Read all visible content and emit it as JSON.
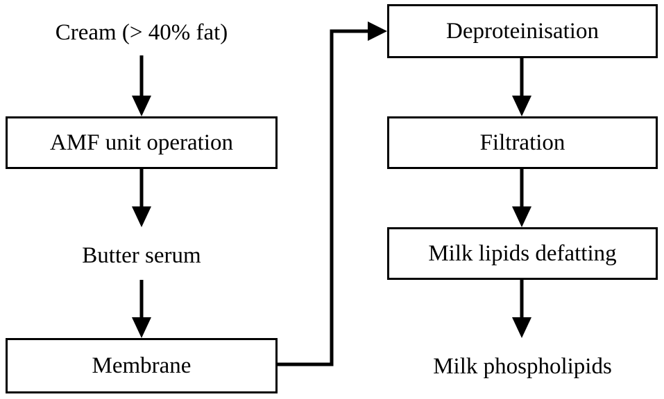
{
  "nodes": {
    "cream": "Cream (> 40% fat)",
    "amf": "AMF unit operation",
    "butter_serum": "Butter serum",
    "membrane": "Membrane",
    "deproteinisation": "Deproteinisation",
    "filtration": "Filtration",
    "defatting": "Milk lipids defatting",
    "phospholipids": "Milk phospholipids"
  }
}
